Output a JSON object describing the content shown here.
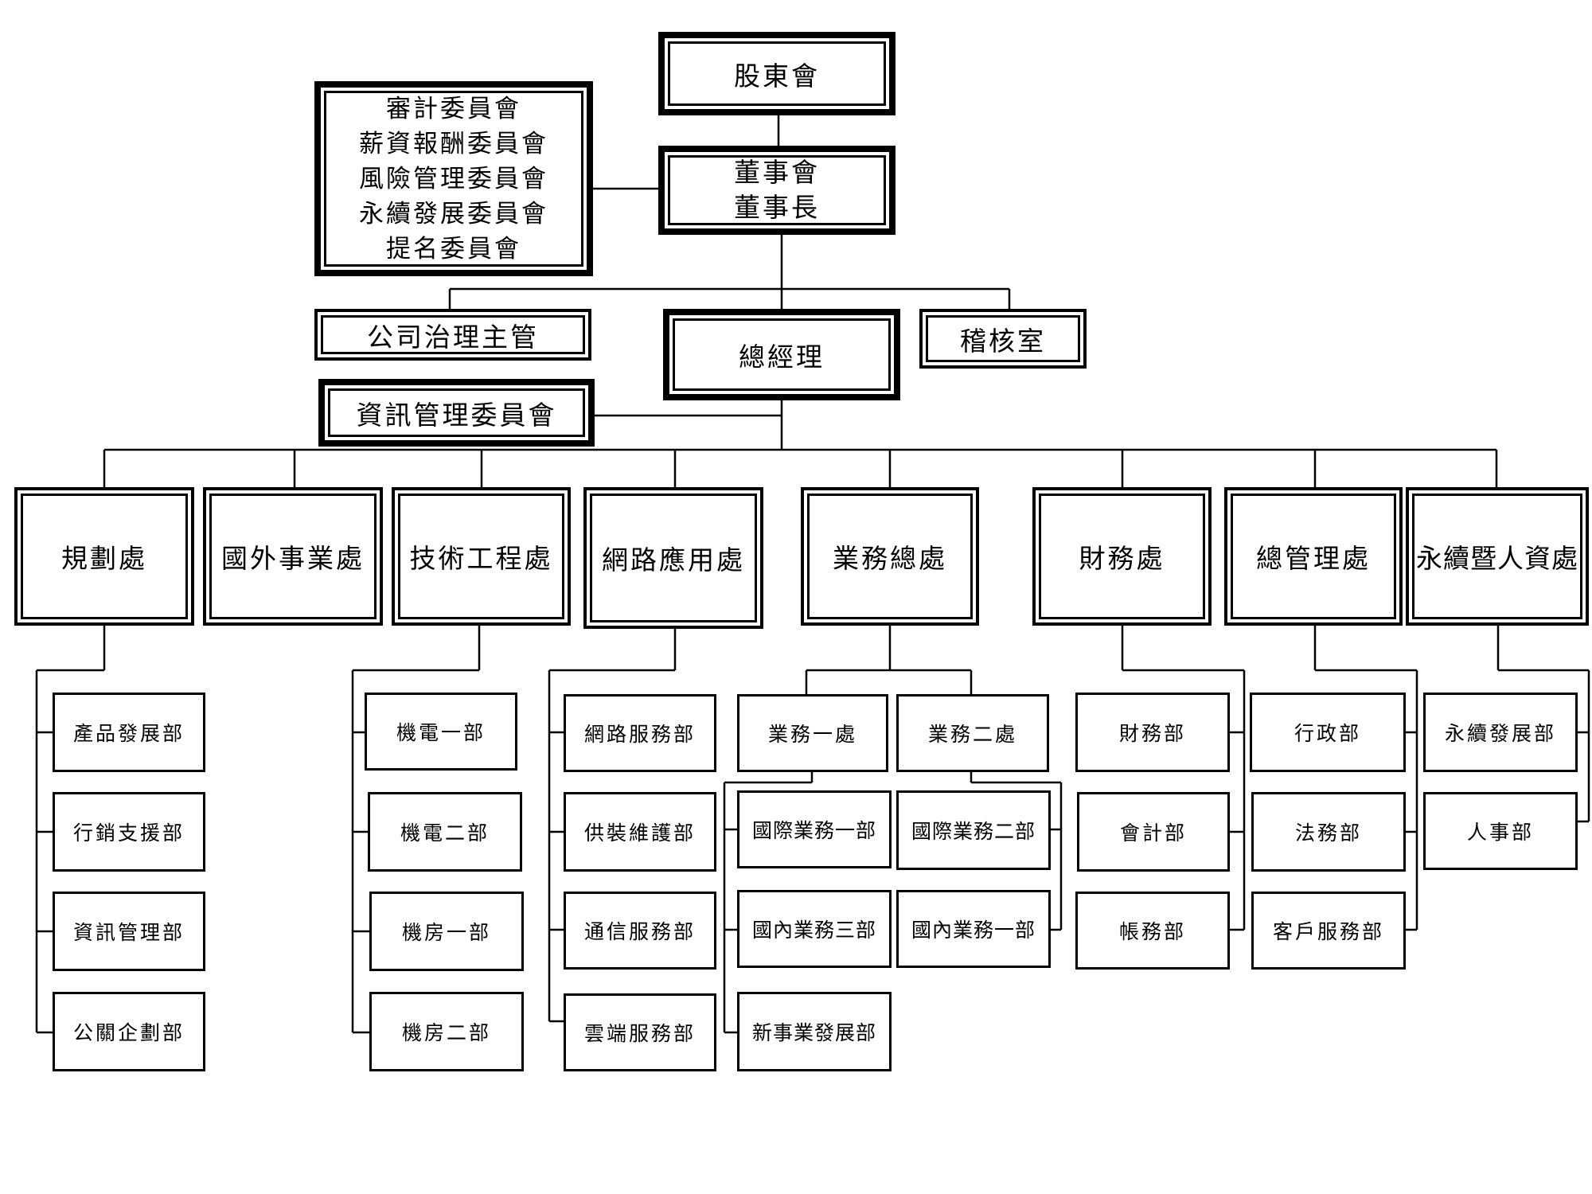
{
  "nodes": {
    "shareholders": "股東會",
    "board": "董事會",
    "chairman": "董事長",
    "committees": [
      "審計委員會",
      "薪資報酬委員會",
      "風險管理委員會",
      "永續發展委員會",
      "提名委員會"
    ],
    "governance_officer": "公司治理主管",
    "president": "總經理",
    "audit_office": "稽核室",
    "it_committee": "資訊管理委員會"
  },
  "divisions": {
    "planning": "規劃處",
    "foreign": "國外事業處",
    "engineering": "技術工程處",
    "network": "網路應用處",
    "sales": "業務總處",
    "finance": "財務處",
    "admin": "總管理處",
    "sustain_hr": "永續暨人資處"
  },
  "sales_subdivisions": {
    "sales1": "業務一處",
    "sales2": "業務二處"
  },
  "departments": {
    "planning": [
      "產品發展部",
      "行銷支援部",
      "資訊管理部",
      "公關企劃部"
    ],
    "engineering": [
      "機電一部",
      "機電二部",
      "機房一部",
      "機房二部"
    ],
    "network": [
      "網路服務部",
      "供裝維護部",
      "通信服務部",
      "雲端服務部"
    ],
    "sales1": [
      "國際業務一部",
      "國內業務三部",
      "新事業發展部"
    ],
    "sales2": [
      "國際業務二部",
      "國內業務一部"
    ],
    "finance": [
      "財務部",
      "會計部",
      "帳務部"
    ],
    "admin": [
      "行政部",
      "法務部",
      "客戶服務部"
    ],
    "sustain_hr": [
      "永續發展部",
      "人事部"
    ]
  }
}
